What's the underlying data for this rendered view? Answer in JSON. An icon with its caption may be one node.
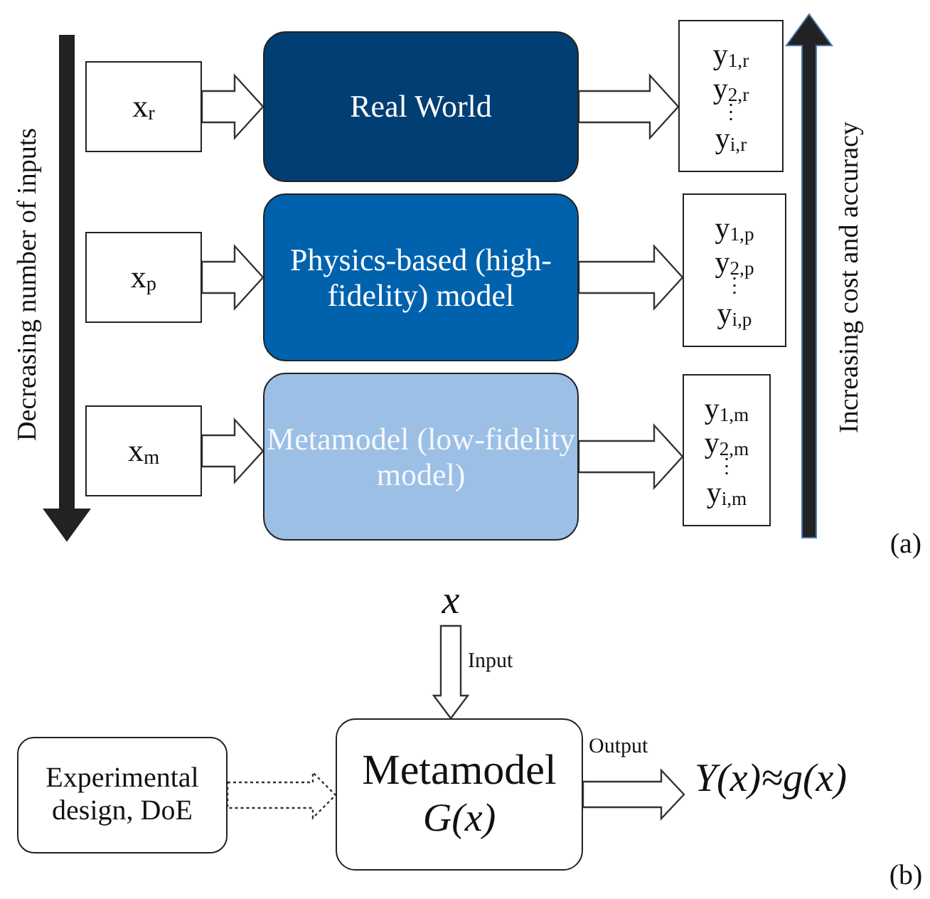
{
  "diagram": {
    "nodes": [
      {
        "text": [
          "x$_{r}$"
        ]
      },
      {
        "text": [
          "Real World"
        ]
      },
      {
        "text": [
          "y$_{1,r}$",
          "y$_{2,r}$",
          "⋮",
          "y$_{i,r}$"
        ]
      },
      {
        "text": [
          "x$_{p}$"
        ]
      },
      {
        "text": [
          "Physics-based (high-fidelity) model"
        ]
      },
      {
        "text": [
          "y$_{1,p}$",
          "y$_{2,p}$",
          "⋮",
          "y$_{i,p}$"
        ]
      },
      {
        "text": [
          "x$_{m}$"
        ]
      },
      {
        "text": [
          "Metamodel (low-fidelity model)"
        ]
      },
      {
        "text": [
          "y$_{1,m}$",
          "y$_{2,m}$",
          "⋮",
          "y$_{i,m}$"
        ]
      },
      {
        "text": [
          "x"
        ]
      },
      {
        "text": [
          "Experimental design, DoE"
        ]
      },
      {
        "text": [
          "Metamodel",
          "G(x)"
        ]
      },
      {
        "text": [
          "Y(x)≈g(x)"
        ]
      }
    ],
    "edges": [
      {
        "from": 0,
        "to": 1,
        "arrow": "to"
      },
      {
        "from": 1,
        "to": 2,
        "arrow": "to"
      },
      {
        "from": 3,
        "to": 4,
        "arrow": "to"
      },
      {
        "from": 4,
        "to": 5,
        "arrow": "to"
      },
      {
        "from": 6,
        "to": 7,
        "arrow": "to"
      },
      {
        "from": 7,
        "to": 8,
        "arrow": "to"
      },
      {
        "from": 9,
        "to": 11,
        "arrow": "to",
        "label": "Input"
      },
      {
        "from": 10,
        "to": 11,
        "arrow": "to",
        "style": "dashed"
      },
      {
        "from": 11,
        "to": 12,
        "arrow": "to",
        "label": "Output"
      }
    ],
    "labels": [
      "Decreasing number of inputs",
      "Increasing cost and accuracy",
      "(a)",
      "(b)"
    ]
  }
}
